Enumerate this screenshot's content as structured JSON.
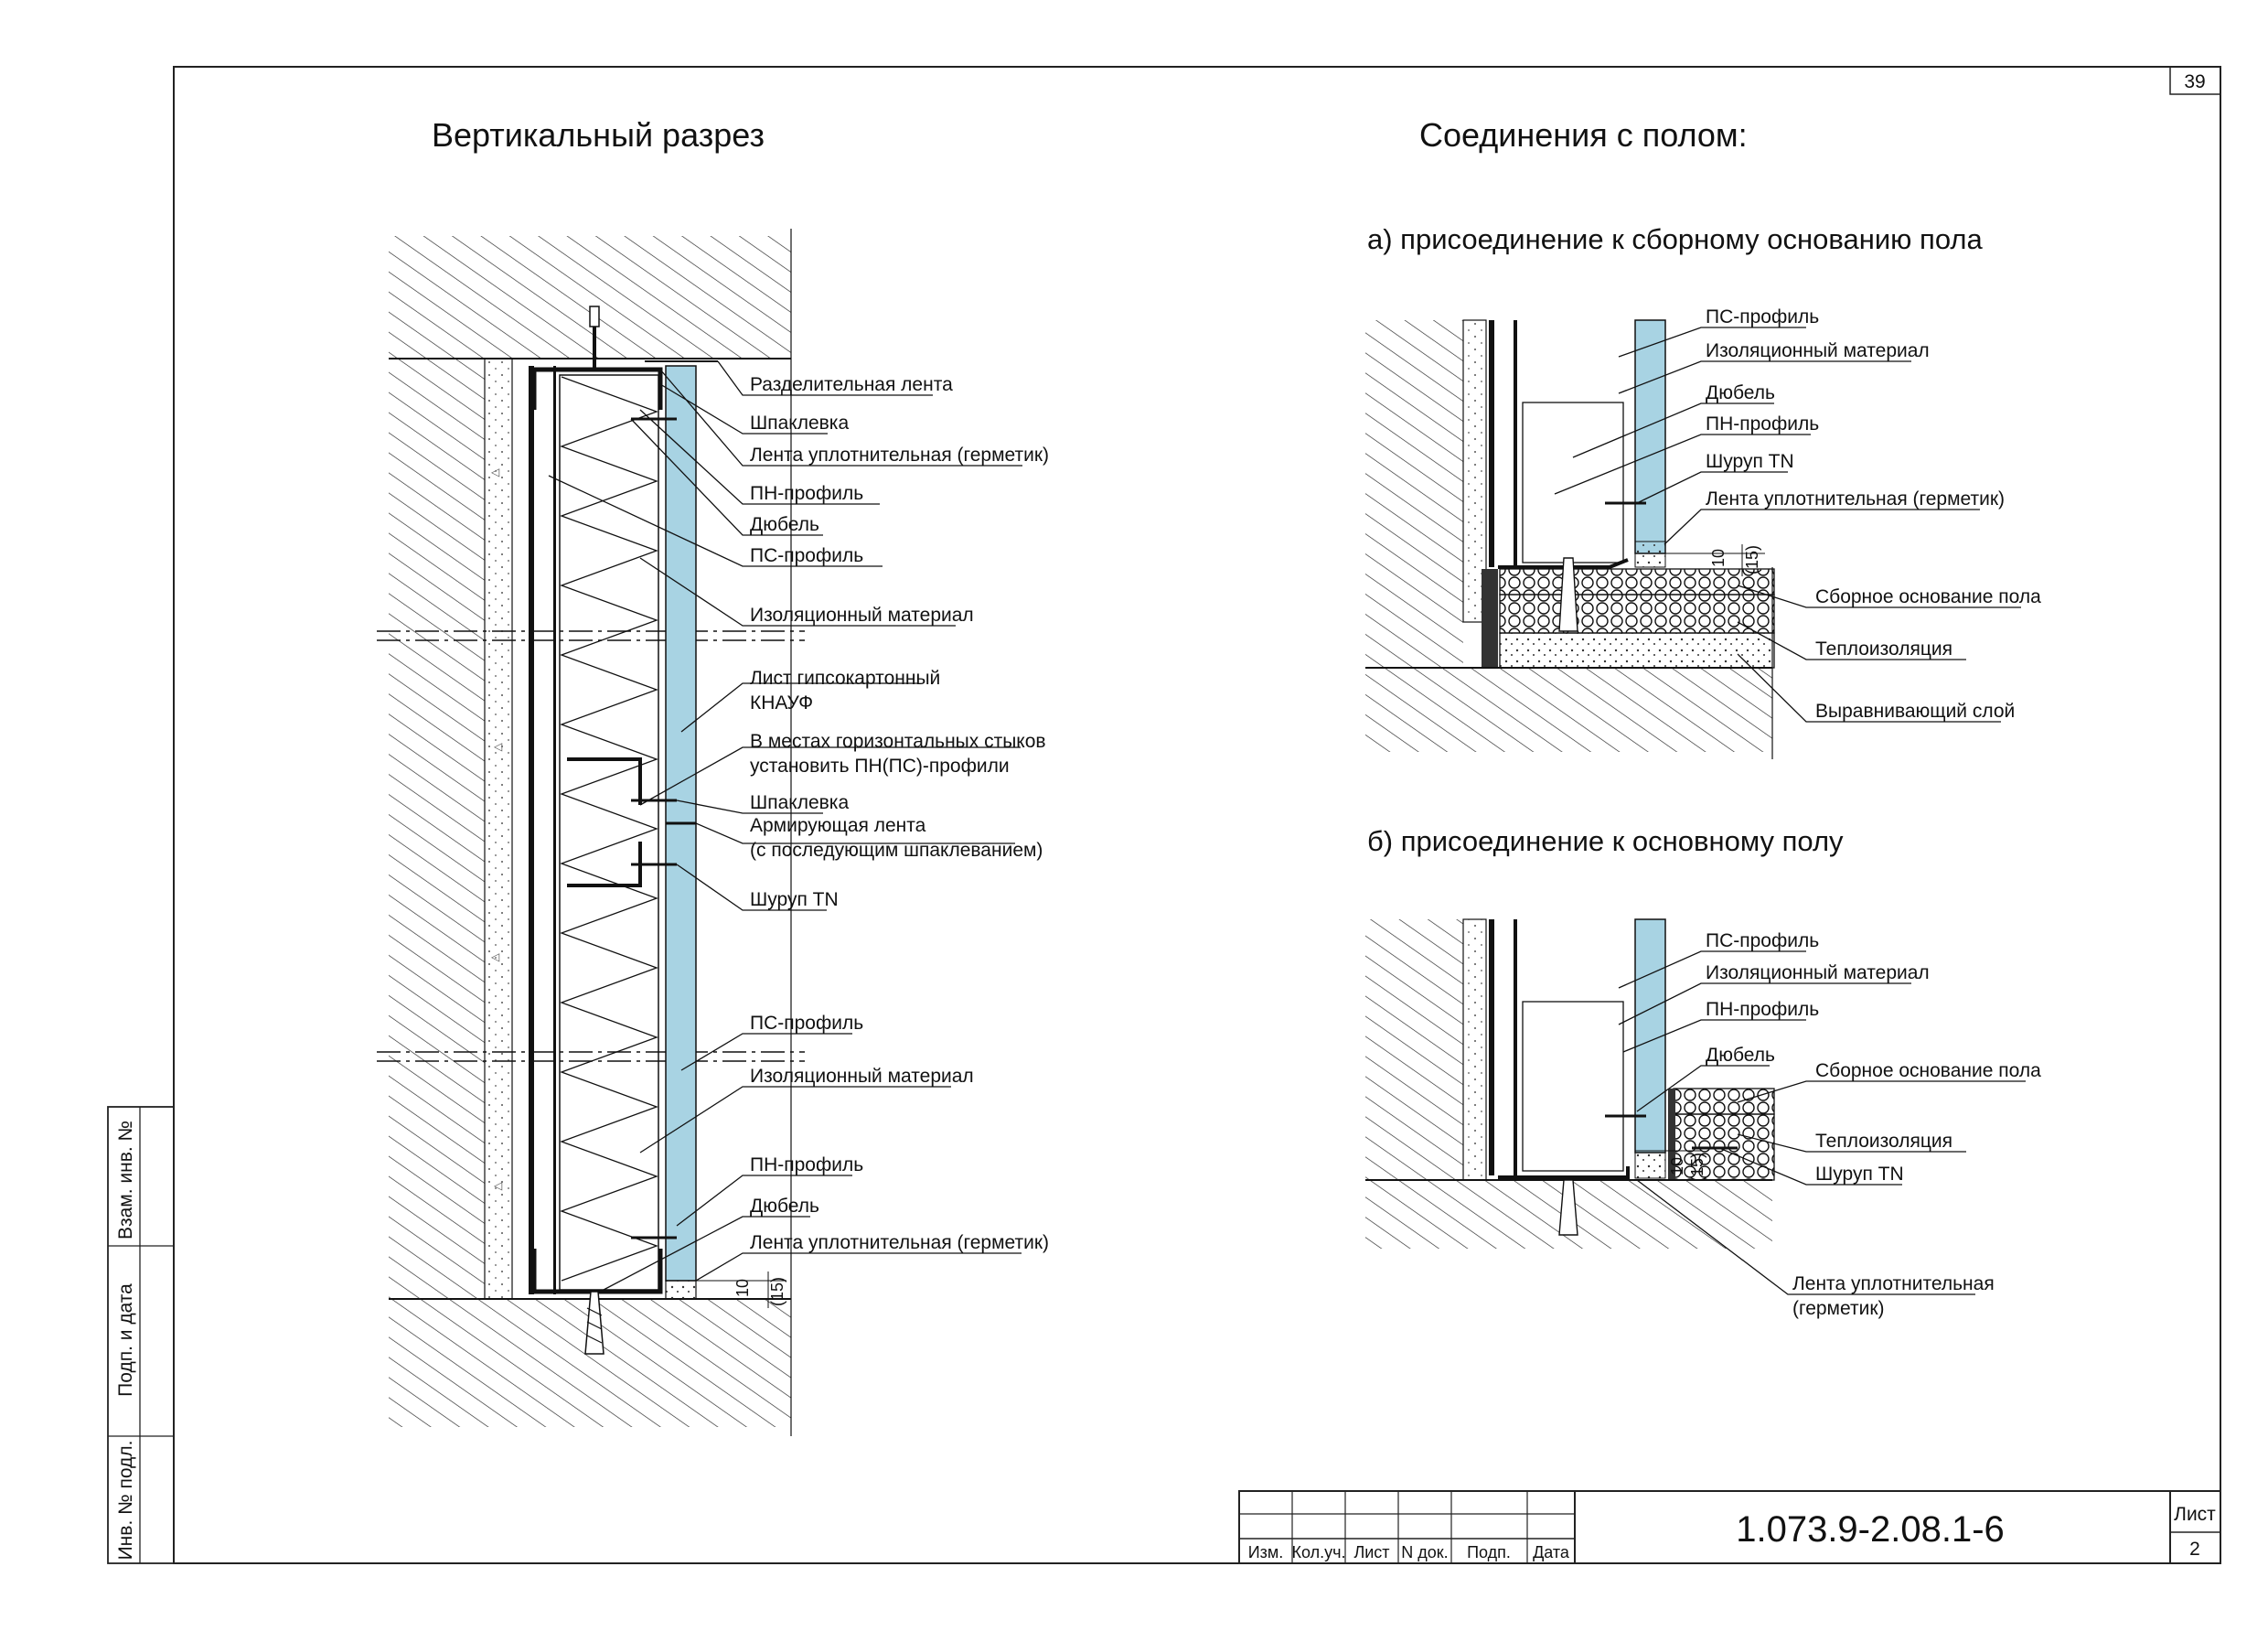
{
  "page_number": "39",
  "left_title": "Вертикальный разрез",
  "right_title": "Соединения с полом:",
  "section_a_title": "а) присоединение к сборному основанию пола",
  "section_b_title": "б) присоединение к основному полу",
  "left_labels": {
    "razdel_lenta": "Разделительная лента",
    "shpaklevka_top": "Шпаклевка",
    "lenta_uplotn_top": "Лента уплотнительная (герметик)",
    "pn_profile_top": "ПН-профиль",
    "dyubel_top": "Дюбель",
    "ps_profile_top": "ПС-профиль",
    "izol_top": "Изоляционный материал",
    "list_gkl_1": "Лист гипсокартонный",
    "list_gkl_2": "КНАУФ",
    "mesta_1": "В местах горизонтальных стыков",
    "mesta_2": "установить ПН(ПС)-профили",
    "shpaklevka_mid": "Шпаклевка",
    "armir_1": "Армирующая лента",
    "armir_2": "(с последующим шпаклеванием)",
    "shurup_mid": "Шуруп TN",
    "ps_profile_bot": "ПС-профиль",
    "izol_bot": "Изоляционный материал",
    "pn_profile_bot": "ПН-профиль",
    "dyubel_bot": "Дюбель",
    "lenta_uplotn_bot": "Лента уплотнительная (герметик)",
    "dim_10": "10",
    "dim_15": "(15)"
  },
  "a_labels": {
    "ps_profile": "ПС-профиль",
    "izol": "Изоляционный материал",
    "dyubel": "Дюбель",
    "pn_profile": "ПН-профиль",
    "shurup": "Шуруп TN",
    "lenta": "Лента уплотнительная (герметик)",
    "sbornoe": "Сборное основание пола",
    "teplo": "Теплоизоляция",
    "vyravn": "Выравнивающий слой",
    "dim_10": "10",
    "dim_15": "(15)"
  },
  "b_labels": {
    "ps_profile": "ПС-профиль",
    "izol": "Изоляционный материал",
    "pn_profile": "ПН-профиль",
    "dyubel": "Дюбель",
    "sbornoe": "Сборное основание пола",
    "teplo": "Теплоизоляция",
    "shurup": "Шуруп TN",
    "lenta_1": "Лента уплотнительная",
    "lenta_2": "(герметик)",
    "dim_10": "10",
    "dim_15": "(15)"
  },
  "side_stamp": {
    "vzam": "Взам. инв. №",
    "podp": "Подп. и дата",
    "inv": "Инв. № подл."
  },
  "title_block": {
    "izm": "Изм.",
    "kol": "Кол.уч.",
    "list": "Лист",
    "ndok": "N док.",
    "podp": "Подп.",
    "data": "Дата",
    "code": "1.073.9-2.08.1-6",
    "list_label": "Лист",
    "list_num": "2"
  },
  "colors": {
    "gypsum_board": "#a8d3e3",
    "line": "#111111"
  }
}
